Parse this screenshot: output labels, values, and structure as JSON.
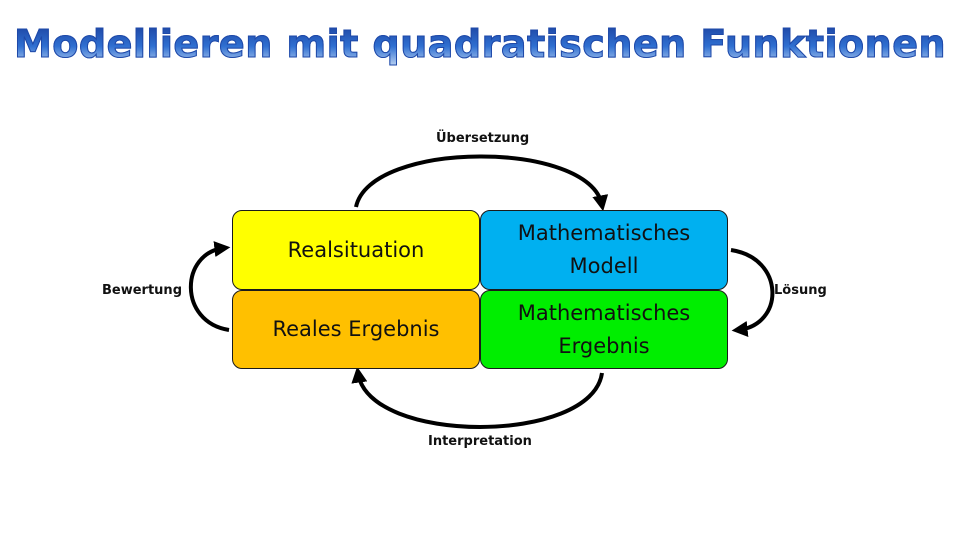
{
  "title": "Modellieren mit quadratischen Funktionen",
  "boxes": {
    "real_situation": "Realsituation",
    "math_model": "Mathematisches\nModell",
    "real_result": "Reales Ergebnis",
    "math_result": "Mathematisches\nErgebnis"
  },
  "arrows": {
    "top": "Übersetzung",
    "right": "Lösung",
    "bottom": "Interpretation",
    "left": "Bewertung"
  },
  "colors": {
    "real_situation": "#ffff00",
    "math_model": "#00b0f0",
    "real_result": "#ffc000",
    "math_result": "#00ee00",
    "title": "#2f6fd1"
  }
}
